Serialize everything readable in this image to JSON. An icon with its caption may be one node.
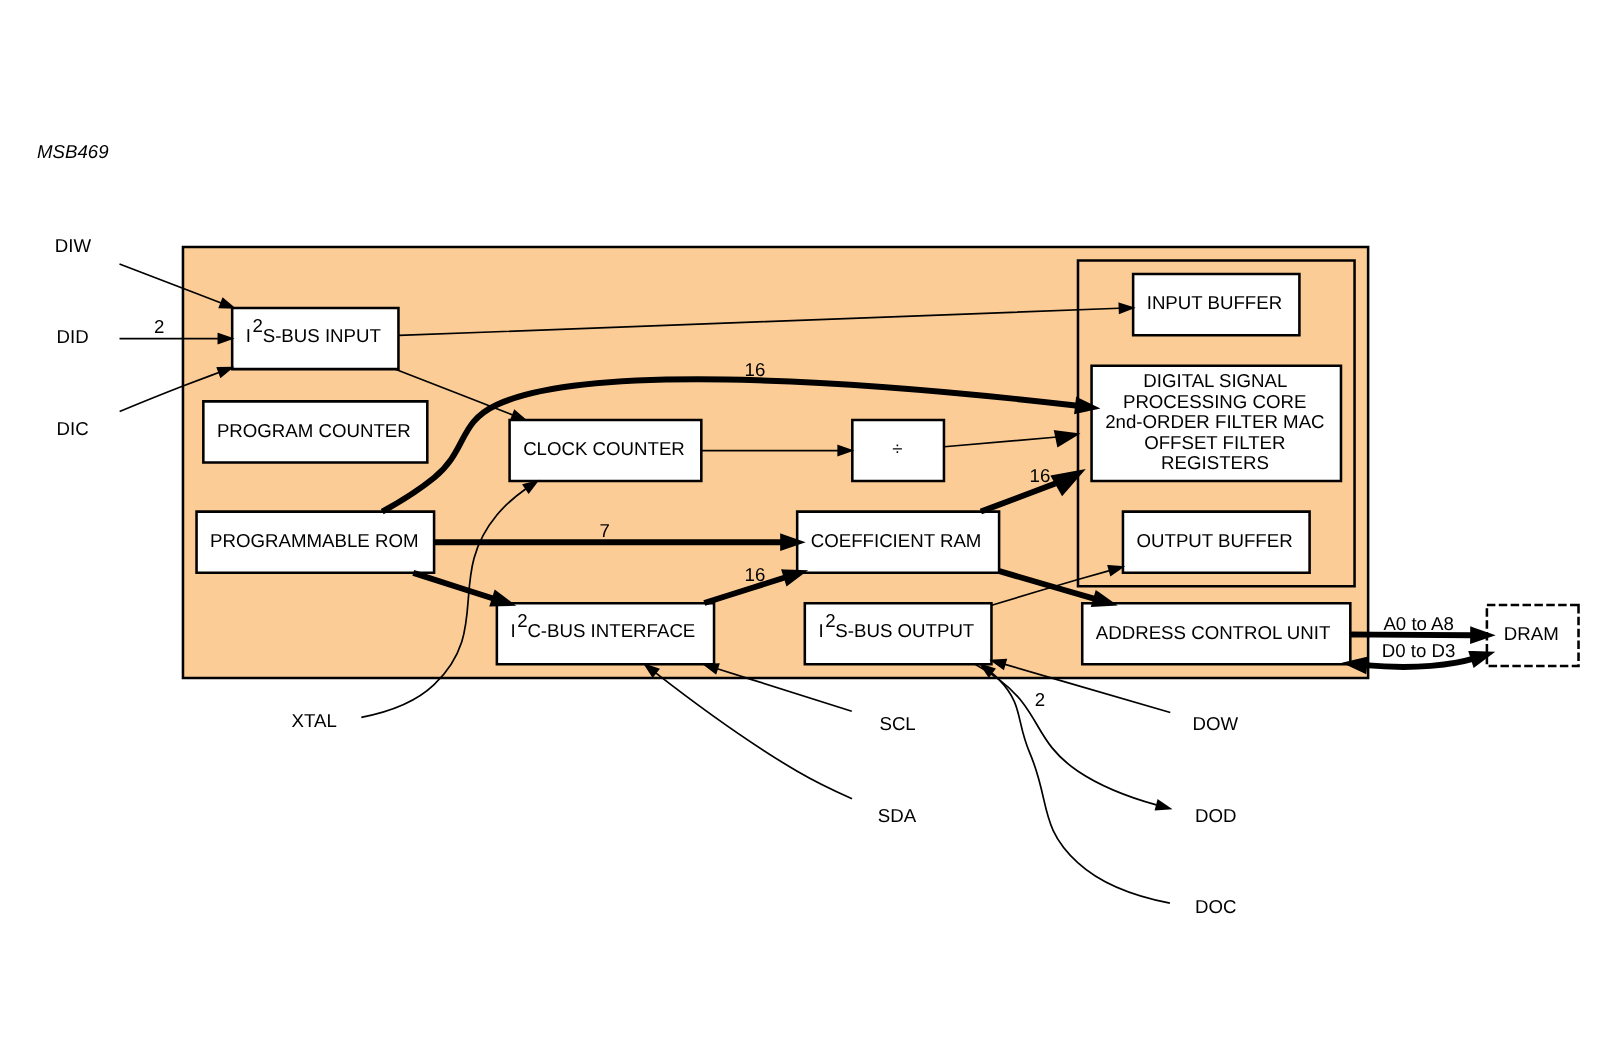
{
  "diagram": {
    "nodes": [
      {
        "text": [],
        "shape": "box"
      },
      {
        "text": [
          "XTAL"
        ]
      },
      {
        "text": [
          "CLOCK COUNTER"
        ],
        "in": 0
      },
      {
        "text": [
          "÷"
        ],
        "in": 0
      },
      {
        "text": [],
        "shape": "box",
        "in": 0
      },
      {
        "text": [
          "DIW"
        ]
      },
      {
        "text": [
          "DID"
        ]
      },
      {
        "text": [
          "DIC"
        ]
      },
      {
        "text": [
          "I$^{2}$S-BUS INPUT"
        ],
        "in": 0
      },
      {
        "text": [
          "INPUT BUFFER"
        ],
        "in": 4
      },
      {
        "text": [
          "DIGITAL SIGNAL PROCESSING CORE 2nd-ORDER FILTER MAC OFFSET FILTER REGISTERS"
        ],
        "in": 4
      },
      {
        "text": [
          "OUTPUT BUFFER"
        ],
        "in": 4
      },
      {
        "text": [
          "I$^{2}$S-BUS OUTPUT"
        ],
        "in": 0
      },
      {
        "text": [
          "DOW"
        ]
      },
      {
        "text": [
          "DOD"
        ]
      },
      {
        "text": [
          "DOC"
        ]
      },
      {
        "text": [
          "PROGRAM COUNTER"
        ],
        "in": 0
      },
      {
        "text": [
          "PROGRAMMABLE ROM"
        ],
        "in": 0
      },
      {
        "text": [
          "COEFFICIENT RAM"
        ],
        "in": 0
      },
      {
        "text": [
          "ADDRESS CONTROL UNIT"
        ],
        "in": 0
      },
      {
        "text": [
          "DRAM"
        ]
      },
      {
        "text": [
          "I$^{2}$C-BUS INTERFACE"
        ],
        "in": 0
      },
      {
        "text": [
          "SCL"
        ]
      },
      {
        "text": [
          "SDA"
        ]
      }
    ],
    "edges": [
      {
        "from": 1,
        "to": 2,
        "arrow": "to"
      },
      {
        "from": 8,
        "to": 2,
        "arrow": "to"
      },
      {
        "from": 2,
        "to": 3,
        "arrow": "to"
      },
      {
        "from": 3,
        "to": 4,
        "arrow": "to"
      },
      {
        "from": 5,
        "to": 8,
        "arrow": "to"
      },
      {
        "from": 6,
        "to": 8,
        "arrow": "to",
        "label": "2"
      },
      {
        "from": 7,
        "to": 8,
        "arrow": "to"
      },
      {
        "from": 8,
        "to": 9,
        "arrow": "to"
      },
      {
        "from": 12,
        "to": 11,
        "arrow": "to"
      },
      {
        "from": 13,
        "to": 12,
        "arrow": "to"
      },
      {
        "from": 12,
        "to": 14,
        "arrow": "to",
        "label": "2"
      },
      {
        "from": 15,
        "to": 12,
        "arrow": "to"
      },
      {
        "from": 17,
        "to": 10,
        "arrow": "to",
        "label": "16",
        "style": "thick"
      },
      {
        "from": 17,
        "to": 18,
        "arrow": "to",
        "label": "7",
        "style": "thick"
      },
      {
        "from": 17,
        "to": 21,
        "arrow": "to",
        "style": "thick"
      },
      {
        "from": 18,
        "to": 4,
        "arrow": "to",
        "label": "16",
        "style": "thick"
      },
      {
        "from": 18,
        "to": 19,
        "arrow": "to",
        "style": "thick"
      },
      {
        "from": 21,
        "to": 18,
        "arrow": "to",
        "label": "16",
        "style": "thick"
      },
      {
        "from": 19,
        "to": 20,
        "arrow": "to",
        "label": "A0 to A8",
        "style": "thick"
      },
      {
        "from": 19,
        "to": 20,
        "arrow": "both",
        "label": "D0 to D3",
        "style": "thick"
      },
      {
        "from": 22,
        "to": 21,
        "arrow": "to"
      },
      {
        "from": 23,
        "to": 21,
        "arrow": "to"
      }
    ],
    "labels": [
      "MSB469"
    ]
  }
}
